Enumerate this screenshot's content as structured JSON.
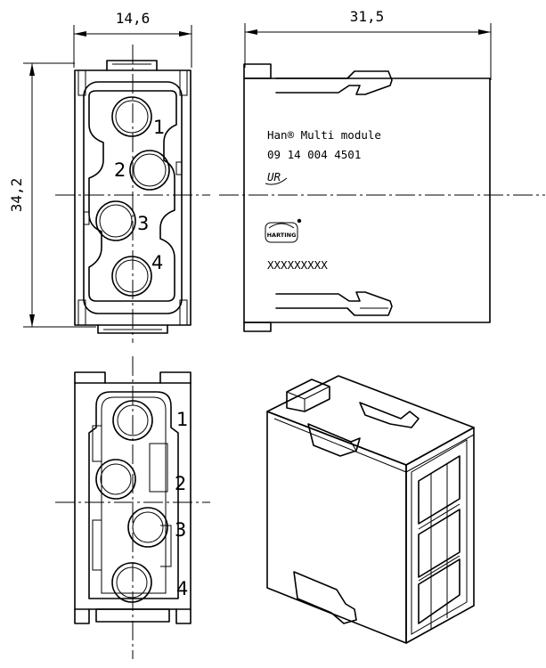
{
  "dimensions": {
    "width_label": "14,6",
    "length_label": "31,5",
    "height_label": "34,2"
  },
  "front_view": {
    "contacts": [
      "1",
      "2",
      "3",
      "4"
    ]
  },
  "bottom_view": {
    "contacts": [
      "1",
      "2",
      "3",
      "4"
    ]
  },
  "side_view": {
    "product_line": "Han® Multi module",
    "part_number": "09 14 004 4501",
    "approval_mark": "UR",
    "brand": "HARTING",
    "batch_code": "XXXXXXXXX"
  }
}
